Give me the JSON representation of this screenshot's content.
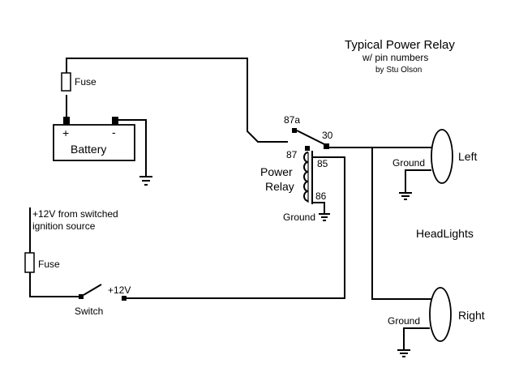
{
  "title": {
    "line1": "Typical Power Relay",
    "line2": "w/ pin numbers",
    "line3": "by Stu Olson"
  },
  "battery": {
    "label": "Battery",
    "positive": "+",
    "negative": "-"
  },
  "fuse_top": {
    "label": "Fuse"
  },
  "fuse_bottom": {
    "label": "Fuse"
  },
  "ignition": {
    "line1": "+12V from switched",
    "line2": "ignition source"
  },
  "switch": {
    "label": "Switch",
    "output": "+12V"
  },
  "relay": {
    "label_line1": "Power",
    "label_line2": "Relay",
    "pin_87a": "87a",
    "pin_30": "30",
    "pin_87": "87",
    "pin_85": "85",
    "pin_86": "86",
    "ground": "Ground"
  },
  "headlights": {
    "label": "HeadLights",
    "left": {
      "label": "Left",
      "ground": "Ground"
    },
    "right": {
      "label": "Right",
      "ground": "Ground"
    }
  }
}
